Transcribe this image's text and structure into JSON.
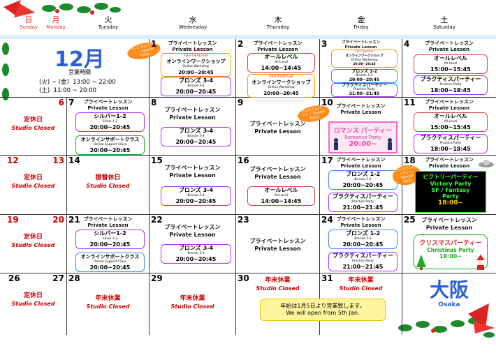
{
  "headers": [
    {
      "ja": "日",
      "en": "Sunday"
    },
    {
      "ja": "月",
      "en": "Monday"
    },
    {
      "ja": "火",
      "en": "Tuesday"
    },
    {
      "ja": "水",
      "en": "Wednesday"
    },
    {
      "ja": "木",
      "en": "Thursday"
    },
    {
      "ja": "金",
      "en": "Friday"
    },
    {
      "ja": "土",
      "en": "Saturday"
    }
  ],
  "month": "12月",
  "hours": {
    "title": "営業時間",
    "line1": "(火) ~ (金)  13:00 ~ 22:00",
    "line2": "(土)  11:00 ~ 20:00"
  },
  "pl": {
    "ja": "プライベートレッスン",
    "en": "Private Lesson"
  },
  "closed": {
    "teikyu": "定休日",
    "furikae": "振替休日",
    "nenmatsu": "年末休業",
    "en": "Studio Closed"
  },
  "classes": {
    "fall": {
      "t": "Fall Festival",
      "t2": "オンラインワークショップ",
      "s": "Online Workshop",
      "tm": "20:00~20:45"
    },
    "bronze34": {
      "t": "ブロンズ 3-4",
      "s": "Bronze 3-4",
      "tm": "20:00~20:45"
    },
    "bronze12": {
      "t": "ブロンズ 1-2",
      "s": "Bronze 1-2",
      "tm": "20:00~20:45"
    },
    "all": {
      "t": "オールレベル",
      "s": "All Level",
      "tm": "14:00~14:45",
      "tm2": "15:00~15:45"
    },
    "practice": {
      "t": "プラクティスパーティー",
      "s": "Practice Party",
      "tm": "21:00~21:45",
      "tm2": "18:00~18:45"
    },
    "silver": {
      "t": "シルバー1-2",
      "s": "Silver 1-2",
      "tm": "20:00~20:45"
    },
    "support": {
      "t": "オンラインサポートクラス",
      "s": "Online Support Class",
      "tm": "20:00~20:45"
    },
    "romance": {
      "t": "ロマンス パーティー",
      "s": "Romance Party",
      "tm": "20:00~"
    },
    "victory": {
      "t": "ビクトリーパーティー",
      "s": "Victory Party",
      "s2": "SF / Fantasy",
      "s3": "Party",
      "tm": "18:00~"
    },
    "xmas": {
      "t": "クリスマスパーティー",
      "s": "Christmas Party",
      "tm": "18:00~"
    }
  },
  "sticker": "プレミアムパーティー Special Party",
  "newyear": {
    "ja": "年始は1月5日より営業致します。",
    "en": "We will open from 5th Jan."
  },
  "city": {
    "ja": "大阪",
    "en": "Osaka"
  },
  "days": [
    "1",
    "2",
    "3",
    "4",
    "6",
    "7",
    "8",
    "9",
    "10",
    "11",
    "12",
    "13",
    "14",
    "15",
    "16",
    "17",
    "18",
    "19",
    "20",
    "21",
    "22",
    "23",
    "24",
    "25",
    "26",
    "27",
    "28",
    "29",
    "30",
    "31"
  ]
}
